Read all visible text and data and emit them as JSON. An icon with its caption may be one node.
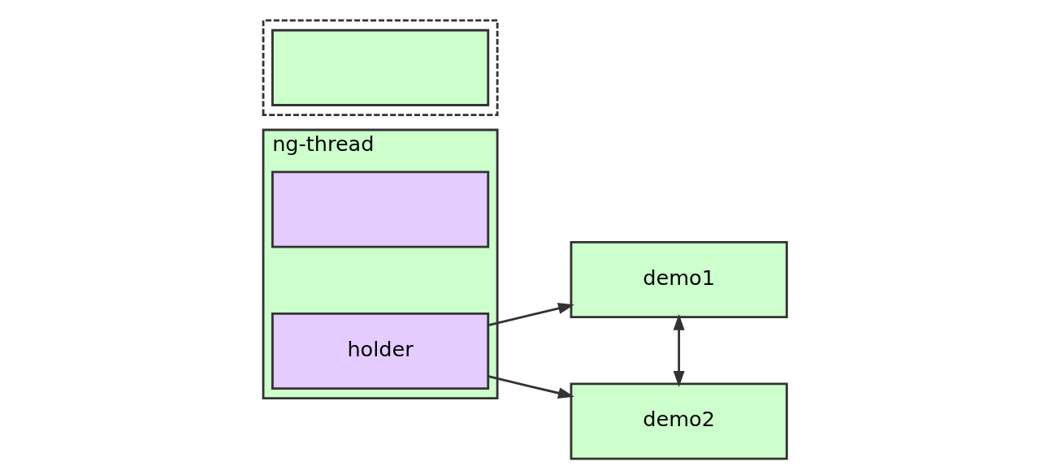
{
  "diagram": {
    "nodes": [
      {
        "text": [
          "ng-thread"
        ]
      },
      {
        "text": [],
        "shape": "box",
        "in": 0
      },
      {
        "text": [
          "holder"
        ],
        "in": 0
      },
      {
        "text": [
          "demo1"
        ]
      },
      {
        "text": [
          "demo2"
        ]
      },
      {
        "text": [],
        "shape": "box"
      },
      {
        "text": [],
        "shape": "box",
        "in": 5
      }
    ],
    "edges": [
      {
        "from": 2,
        "to": 3,
        "arrow": "to"
      },
      {
        "from": 2,
        "to": 4,
        "arrow": "to"
      },
      {
        "from": 3,
        "to": 4,
        "arrow": "both"
      }
    ]
  }
}
